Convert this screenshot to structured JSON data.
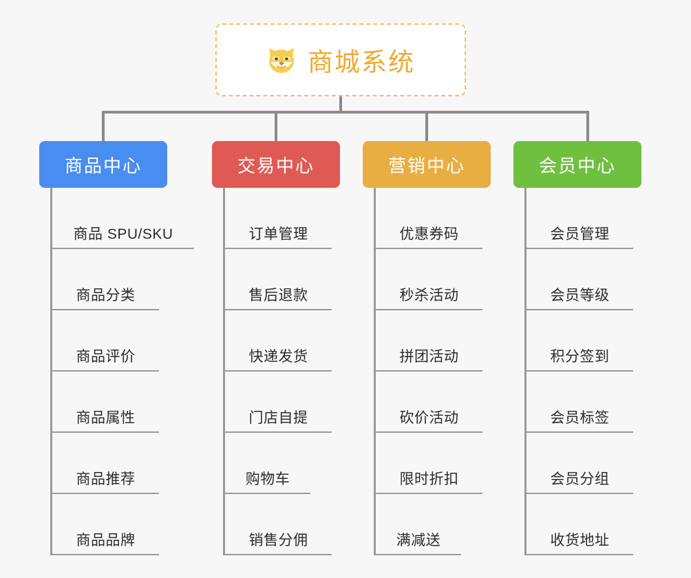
{
  "root": {
    "title": "商城系统",
    "icon": "dog-face-icon",
    "icon_glyph": "🐶",
    "border_color": "#f3c067",
    "text_color": "#eeaa33",
    "background": "#ffffff"
  },
  "canvas": {
    "background": "#f7f7f7",
    "connector_color": "#8a8a8a",
    "leaf_line_color": "#9a9a9a"
  },
  "columns": [
    {
      "label": "商品中心",
      "color": "#4a8df0",
      "items": [
        "商品 SPU/SKU",
        "商品分类",
        "商品评价",
        "商品属性",
        "商品推荐",
        "商品品牌"
      ]
    },
    {
      "label": "交易中心",
      "color": "#e05a55",
      "items": [
        "订单管理",
        "售后退款",
        "快递发货",
        "门店自提",
        "购物车",
        "销售分佣"
      ]
    },
    {
      "label": "营销中心",
      "color": "#e8ae42",
      "items": [
        "优惠券码",
        "秒杀活动",
        "拼团活动",
        "砍价活动",
        "限时折扣",
        "满减送"
      ]
    },
    {
      "label": "会员中心",
      "color": "#70c040",
      "items": [
        "会员管理",
        "会员等级",
        "积分签到",
        "会员标签",
        "会员分组",
        "收货地址"
      ]
    }
  ]
}
